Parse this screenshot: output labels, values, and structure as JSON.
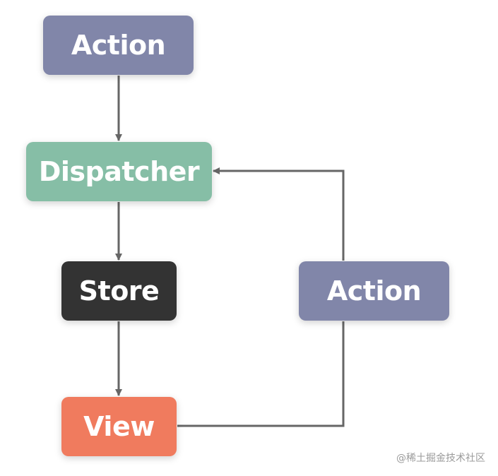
{
  "diagram": {
    "nodes": {
      "action_top": {
        "label": "Action",
        "color": "#8186a9"
      },
      "dispatcher": {
        "label": "Dispatcher",
        "color": "#86bea6"
      },
      "store": {
        "label": "Store",
        "color": "#333333"
      },
      "action_right": {
        "label": "Action",
        "color": "#8186a9"
      },
      "view": {
        "label": "View",
        "color": "#f07b5e"
      }
    },
    "edges": [
      {
        "from": "Action",
        "to": "Dispatcher"
      },
      {
        "from": "Dispatcher",
        "to": "Store"
      },
      {
        "from": "Store",
        "to": "View"
      },
      {
        "from": "View",
        "to": "Action"
      },
      {
        "from": "Action",
        "to": "Dispatcher"
      }
    ],
    "edge_color": "#666666"
  },
  "watermark": "@稀土掘金技术社区"
}
